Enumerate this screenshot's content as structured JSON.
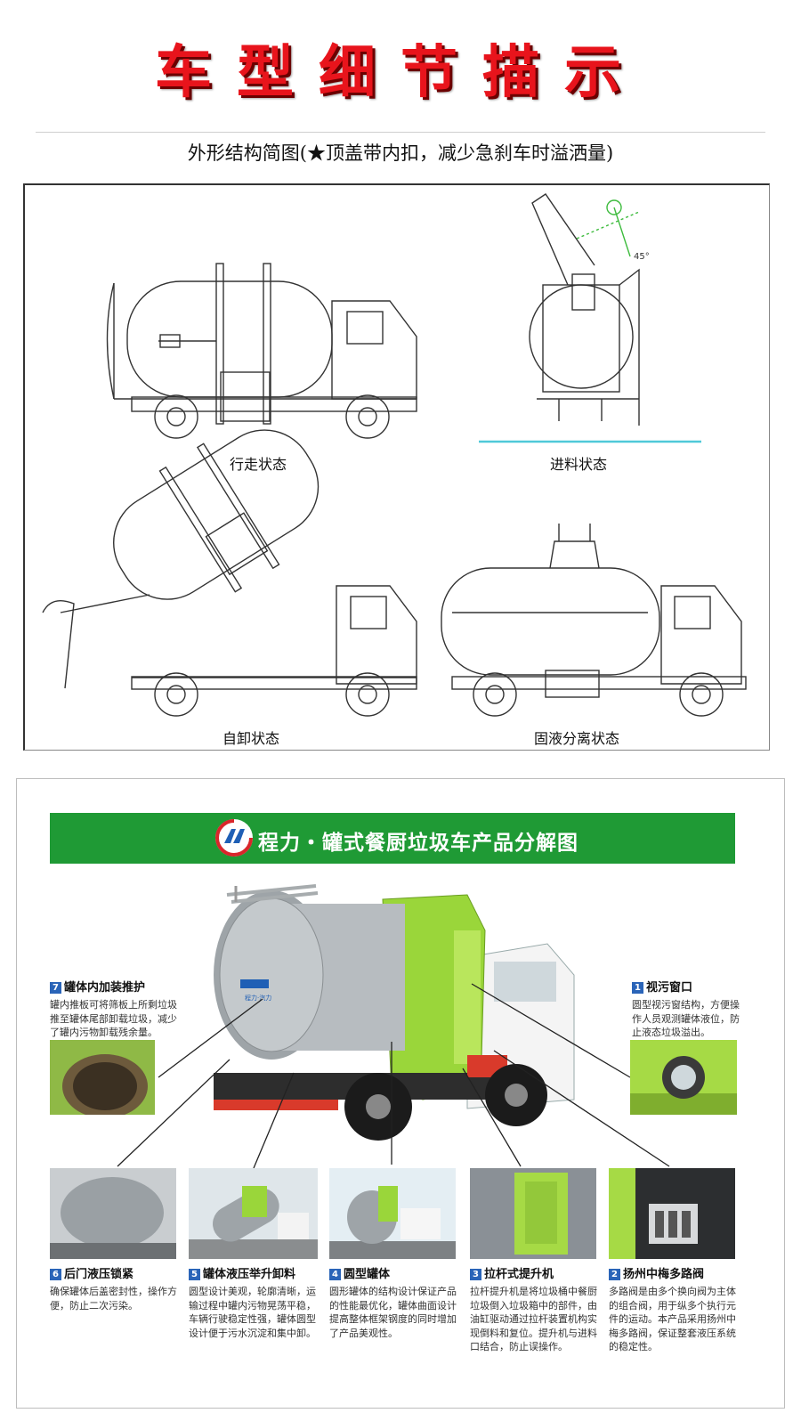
{
  "header": {
    "title": "车型细节描示",
    "subtitle": "外形结构简图(★顶盖带内扣，减少急刹车时溢洒量)"
  },
  "diagram": {
    "captions": [
      "行走状态",
      "进料状态",
      "自卸状态",
      "固液分离状态"
    ],
    "dimension_label": "45°"
  },
  "product": {
    "banner_title": "程力・罐式餐厨垃圾车产品分解图",
    "tank_marking": "程力·汽力",
    "features": [
      {
        "num": "7",
        "title": "罐体内加装推护",
        "desc": "罐内推板可将筛板上所剩垃圾推至罐体尾部卸载垃圾，减少了罐内污物卸载残余量。"
      },
      {
        "num": "1",
        "title": "视污窗口",
        "desc": "圆型视污窗结构，方便操作人员观测罐体液位，防止液态垃圾溢出。"
      },
      {
        "num": "6",
        "title": "后门液压锁紧",
        "desc": "确保罐体后盖密封性，操作方便，防止二次污染。"
      },
      {
        "num": "5",
        "title": "罐体液压举升卸料",
        "desc": "圆型设计美观，轮廓清晰，运输过程中罐内污物晃荡平稳，车辆行驶稳定性强，罐体圆型设计便于污水沉淀和集中卸。"
      },
      {
        "num": "4",
        "title": "圆型罐体",
        "desc": "圆形罐体的结构设计保证产品的性能最优化，罐体曲面设计提高整体框架钢度的同时增加了产品美观性。"
      },
      {
        "num": "3",
        "title": "拉杆式提升机",
        "desc": "拉杆提升机是将垃圾桶中餐厨垃圾倒入垃圾箱中的部件，由油缸驱动通过拉杆装置机构实现倒料和复位。提升机与进料口结合，防止误操作。"
      },
      {
        "num": "2",
        "title": "扬州中梅多路阀",
        "desc": "多路阀是由多个换向阀为主体的组合阀，用于纵多个执行元件的运动。本产品采用扬州中梅多路阀，保证整套液压系统的稳定性。"
      }
    ]
  },
  "colors": {
    "title_red": "#e8141c",
    "banner_green": "#1f9a35",
    "lime": "#9ad63a",
    "badge_blue": "#2a64b8"
  }
}
